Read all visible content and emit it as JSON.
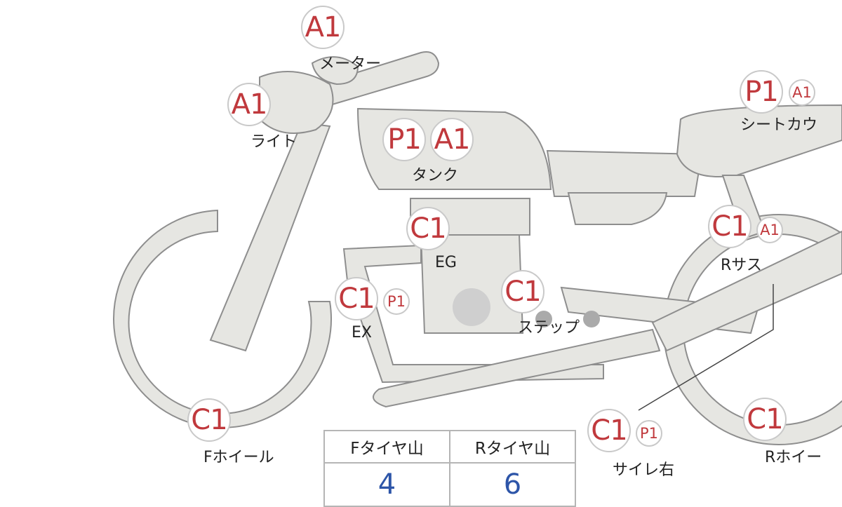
{
  "parts": [
    {
      "id": "meter",
      "label": "メーター",
      "badges": [
        "A1"
      ]
    },
    {
      "id": "light",
      "label": "ライト",
      "badges": [
        "A1"
      ]
    },
    {
      "id": "tank",
      "label": "タンク",
      "badges": [
        "P1",
        "A1"
      ]
    },
    {
      "id": "seat-cowl",
      "label": "シートカウ",
      "badges": [
        "P1",
        "A1"
      ]
    },
    {
      "id": "engine",
      "label": "EG",
      "badges": [
        "C1"
      ]
    },
    {
      "id": "rear-suspension",
      "label": "Rサス",
      "badges": [
        "C1",
        "A1"
      ]
    },
    {
      "id": "exhaust",
      "label": "EX",
      "badges": [
        "C1",
        "P1"
      ]
    },
    {
      "id": "step",
      "label": "ステップ",
      "badges": [
        "C1"
      ]
    },
    {
      "id": "front-wheel",
      "label": "Fホイール",
      "badges": [
        "C1"
      ]
    },
    {
      "id": "muffler-right",
      "label": "サイレ右",
      "badges": [
        "C1",
        "P1"
      ]
    },
    {
      "id": "rear-wheel",
      "label": "Rホイー",
      "badges": [
        "C1"
      ]
    }
  ],
  "tire_table": {
    "headers": [
      "Fタイヤ山",
      "Rタイヤ山"
    ],
    "values": [
      "4",
      "6"
    ]
  },
  "colors": {
    "badge_text": "#c0393d",
    "value_text": "#2d55a8",
    "body_fill": "#e6e6e2"
  }
}
